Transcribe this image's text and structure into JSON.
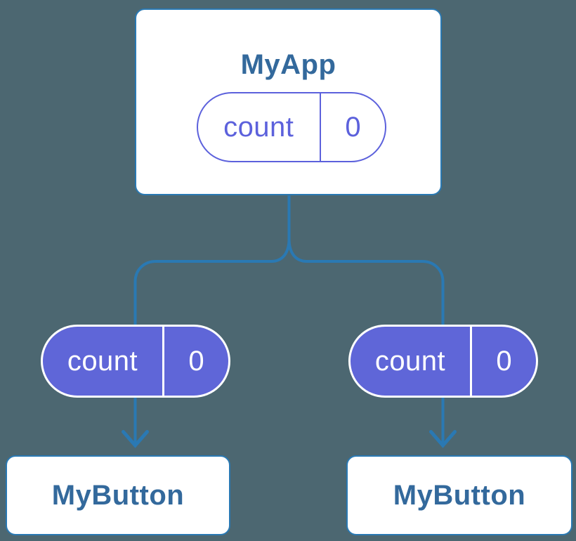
{
  "diagram": {
    "description": "React component tree showing state passed down as props",
    "root": {
      "title": "MyApp",
      "state": {
        "name": "count",
        "value": "0"
      }
    },
    "children": [
      {
        "title": "MyButton",
        "prop": {
          "name": "count",
          "value": "0"
        }
      },
      {
        "title": "MyButton",
        "prop": {
          "name": "count",
          "value": "0"
        }
      }
    ],
    "colors": {
      "background": "#4c6771",
      "connector": "#2a79b3",
      "card_background": "#ffffff",
      "card_border": "#2a79b3",
      "card_title_text": "#33699c",
      "state_pill_outline": "#5c61dc",
      "state_pill_background": "#ffffff",
      "prop_pill_background": "#5f66d8",
      "prop_pill_border": "#ffffff",
      "prop_pill_text": "#ffffff"
    }
  }
}
